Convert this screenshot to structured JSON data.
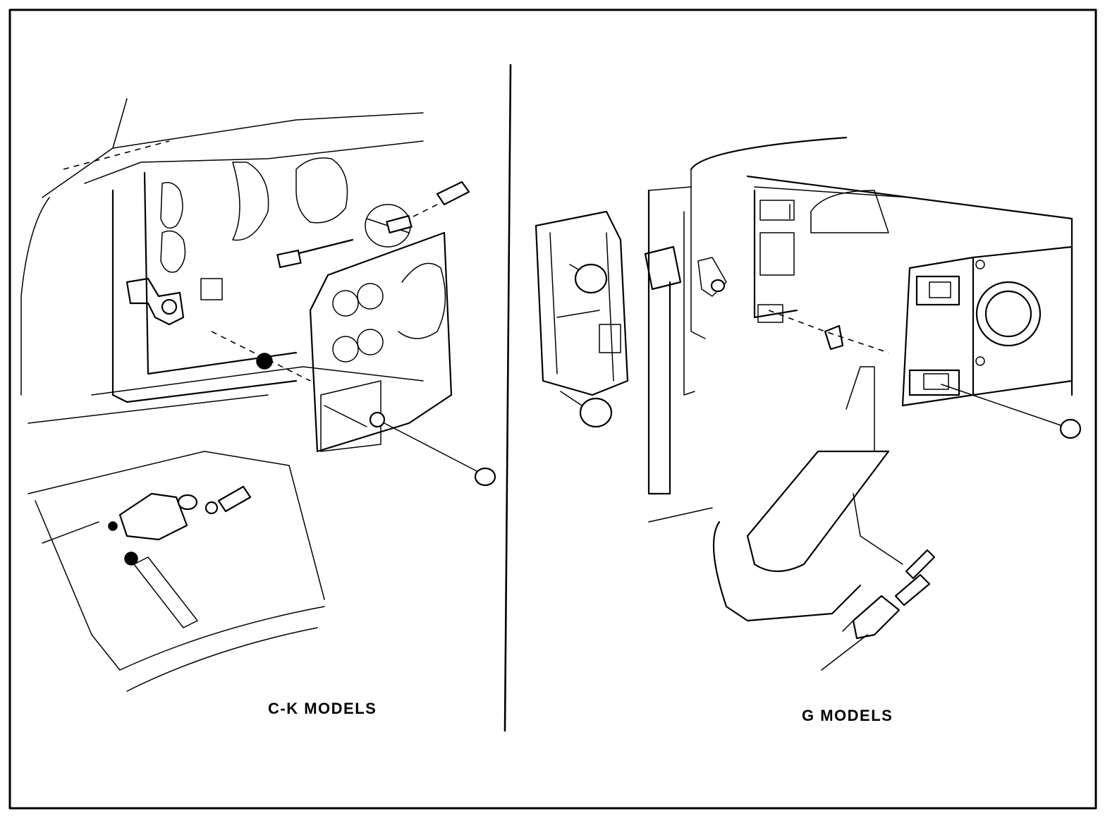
{
  "figure": {
    "panels": [
      {
        "id": "ck",
        "caption": "C-K MODELS"
      },
      {
        "id": "g",
        "caption": "G MODELS"
      }
    ]
  },
  "colors": {
    "ink": "#000000",
    "paper": "#ffffff"
  }
}
